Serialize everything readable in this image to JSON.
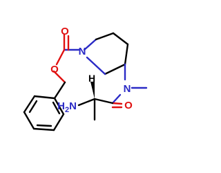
{
  "atoms": {
    "ring_n": {
      "text": "N",
      "color": "#2a2ac6"
    },
    "amide_n": {
      "text": "N",
      "color": "#2a2ac6"
    },
    "carb_o": {
      "text": "O",
      "color": "#e01010"
    },
    "ester_o": {
      "text": "O",
      "color": "#e01010"
    },
    "amide_o": {
      "text": "O",
      "color": "#e01010"
    },
    "amine": {
      "text": "H",
      "sub": "2",
      "tail": "N",
      "color": "#2a2ac6"
    },
    "stereo_h": {
      "text": "H",
      "color": "#000000"
    }
  }
}
